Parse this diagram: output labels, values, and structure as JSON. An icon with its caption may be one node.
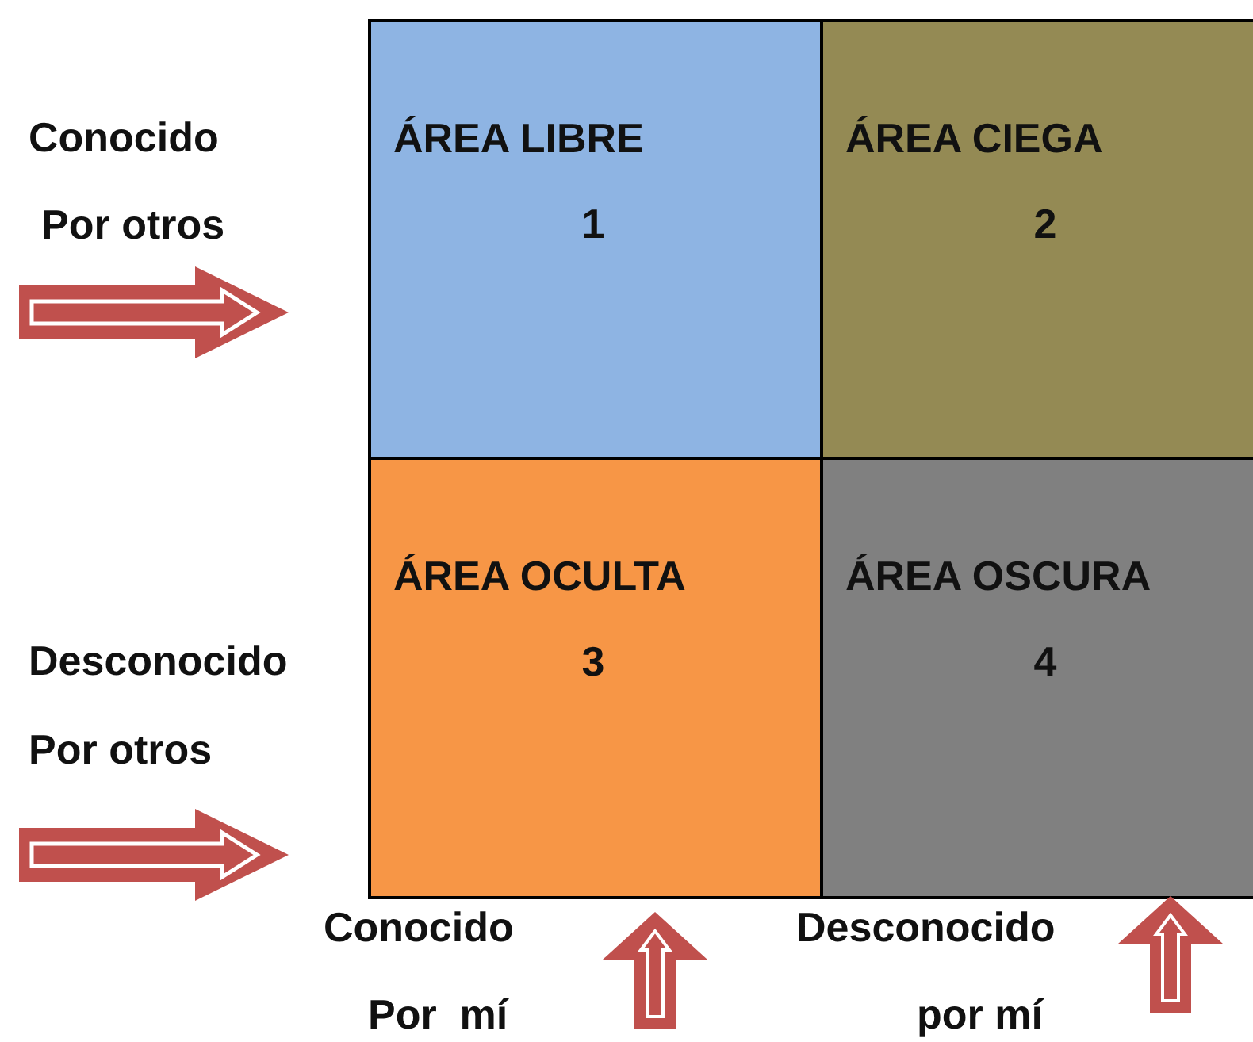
{
  "diagram": {
    "nodes": [
      {
        "text": [
          "ÁREA LIBRE",
          "1"
        ]
      },
      {
        "text": [
          "ÁREA CIEGA",
          "2"
        ]
      },
      {
        "text": [
          "ÁREA OCULTA",
          "3"
        ]
      },
      {
        "text": [
          "ÁREA OSCURA",
          "4"
        ]
      }
    ],
    "labels": [
      "Conocido",
      "Por otros",
      "Desconocido",
      "Por otros",
      "Conocido",
      "Desconocido",
      "Por  mí",
      "por mí"
    ]
  }
}
